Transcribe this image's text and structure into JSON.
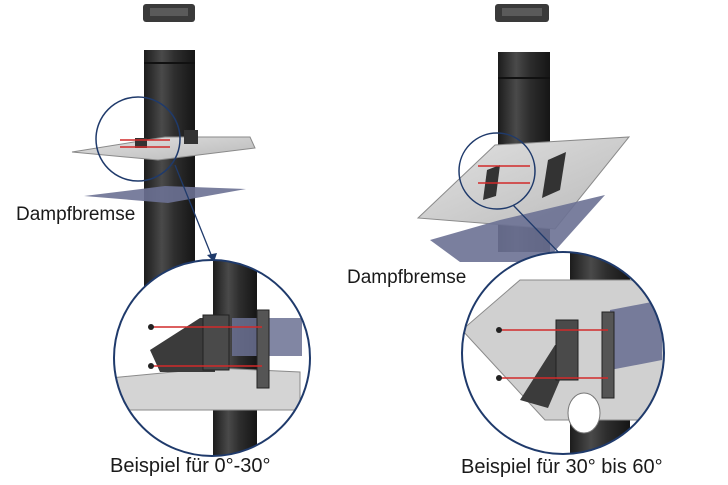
{
  "labels": {
    "vapor_barrier_left": "Dampfbremse",
    "vapor_barrier_right": "Dampfbremse"
  },
  "captions": {
    "example_left": "Beispiel für 0°-30°",
    "example_right": "Beispiel für 30° bis 60°"
  },
  "colors": {
    "pipe": "#2b2b2b",
    "pipe_highlight": "#4a4a4a",
    "plate": "#c9c9c9",
    "plate_edge": "#8a8a8a",
    "vapor_barrier": "#6b7193",
    "callout_ring": "#1f3a6b",
    "bracket_lines": "#d12a2a"
  }
}
